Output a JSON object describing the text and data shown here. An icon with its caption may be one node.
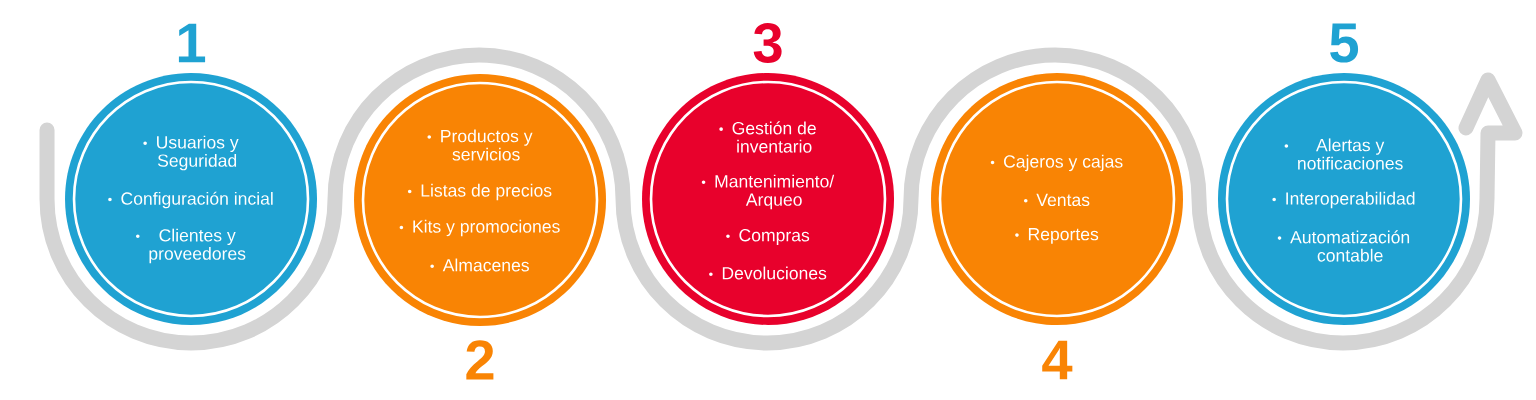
{
  "diagram": {
    "nodes": [
      {
        "text": [
          "Usuarios y Seguridad",
          "Configuración incial",
          "Clientes y proveedores"
        ],
        "beside": [
          "1"
        ]
      },
      {
        "text": [
          "Productos y servicios",
          "Listas de precios",
          "Kits y promociones",
          "Almacenes"
        ],
        "beside": [
          "2"
        ]
      },
      {
        "text": [
          "Gestión de inventario",
          "Mantenimiento/ Arqueo",
          "Compras",
          "Devoluciones"
        ],
        "beside": [
          "3"
        ]
      },
      {
        "text": [
          "Cajeros y cajas",
          "Ventas",
          "Reportes"
        ],
        "beside": [
          "4"
        ]
      },
      {
        "text": [
          "Alertas y notificaciones",
          "Interoperabilidad",
          "Automatización contable"
        ],
        "beside": [
          "5"
        ]
      }
    ]
  }
}
